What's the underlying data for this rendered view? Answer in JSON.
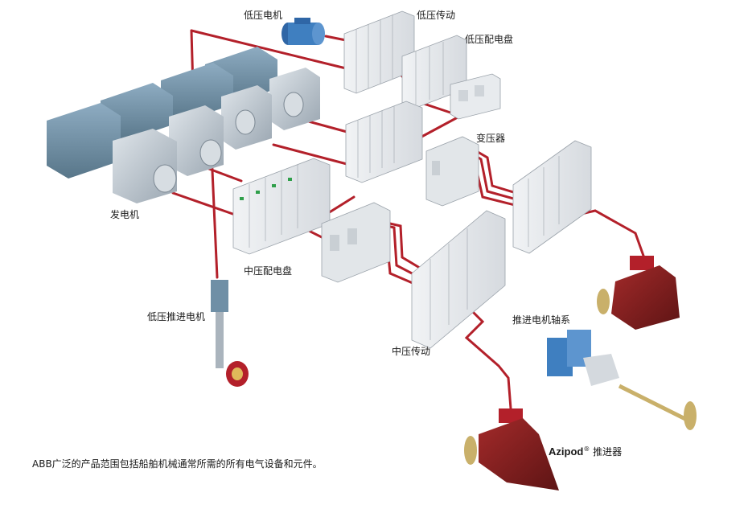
{
  "labels": {
    "lv_motor": "低压电机",
    "lv_drive": "低压传动",
    "lv_switchboard": "低压配电盘",
    "transformer": "变压器",
    "generator": "发电机",
    "mv_switchboard": "中压配电盘",
    "lv_propulsion_motor": "低压推进电机",
    "propulsion_shaftline": "推进电机轴系",
    "mv_drive": "中压传动",
    "azipod_brand": "Azipod",
    "azipod_reg": "®",
    "azipod_suffix": " 推进器"
  },
  "caption": "ABB广泛的产品范围包括船舶机械通常所需的所有电气设备和元件。",
  "colors": {
    "cable": "#b3202a",
    "cabinet": "#e4e7ea",
    "engine": "#6f8fa6",
    "generator": "#b9c3cc",
    "thruster": "#7d1d1d",
    "propeller": "#c9b06a",
    "motor_blue": "#3f7fc0"
  }
}
